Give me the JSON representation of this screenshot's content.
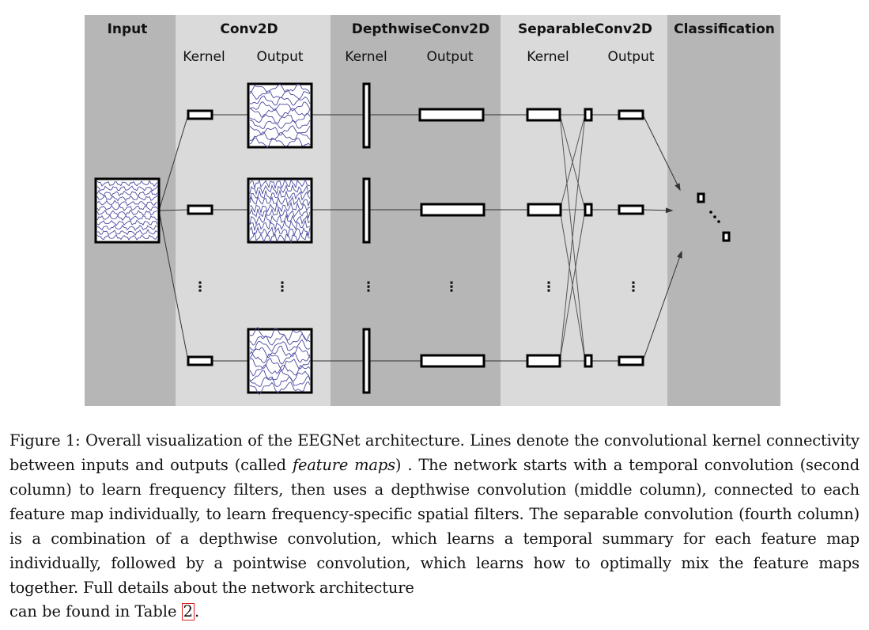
{
  "figure": {
    "columns": [
      {
        "header": "Input"
      },
      {
        "header": "Conv2D",
        "sub": [
          "Kernel",
          "Output"
        ]
      },
      {
        "header": "DepthwiseConv2D",
        "sub": [
          "Kernel",
          "Output"
        ]
      },
      {
        "header": "SeparableConv2D",
        "sub": [
          "Kernel",
          "Output"
        ]
      },
      {
        "header": "Classification"
      }
    ],
    "ellipsis": "⋮"
  },
  "caption": {
    "label": "Figure 1:",
    "text_1": "Overall visualization of the EEGNet architecture. Lines denote the convolutional kernel connectivity between inputs and outputs (called",
    "emph": "feature maps",
    "text_2": ") . The network starts with a temporal convolution (second column) to learn frequency filters, then uses a depthwise convolution (middle column), connected to each feature map individually, to learn frequency-specific spatial filters. The separable convolution (fourth column) is a combination of a depthwise convolution, which learns a temporal summary for each feature map individually, followed by a pointwise convolution, which learns how to optimally mix the feature maps together. Full details about the network architecture",
    "text_3": "can be found in Table",
    "table_ref": "2",
    "end": "."
  }
}
